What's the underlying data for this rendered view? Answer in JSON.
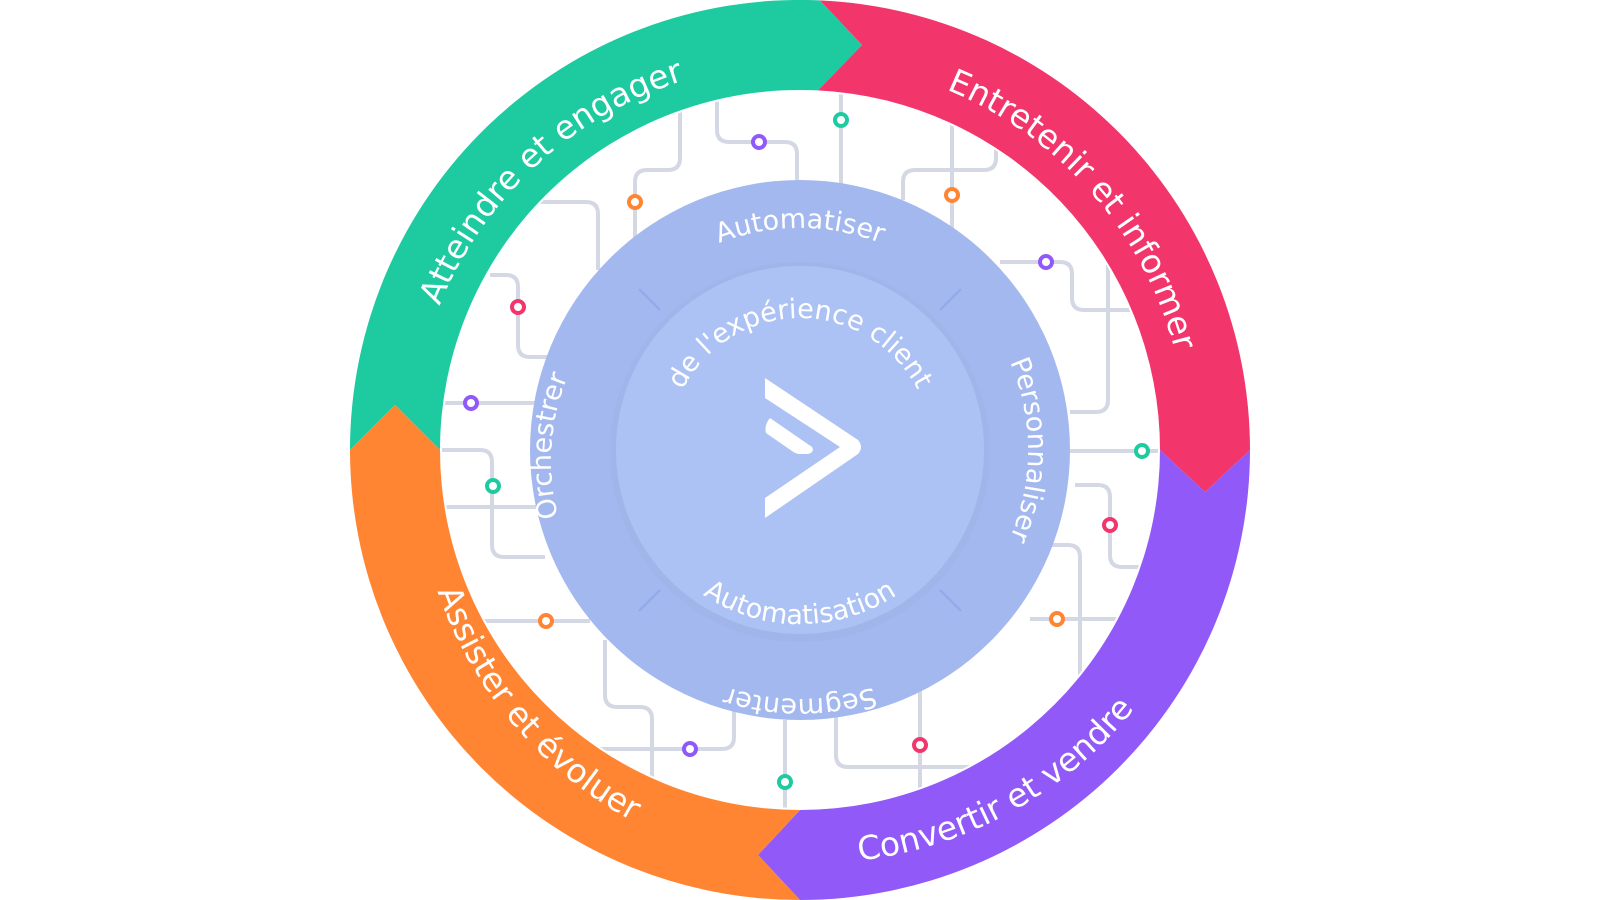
{
  "diagram": {
    "stages": [
      {
        "label": "Atteindre et engager",
        "color": "#1ECBA1"
      },
      {
        "label": "Entretenir et informer",
        "color": "#F2366B"
      },
      {
        "label": "Convertir et vendre",
        "color": "#9159F7"
      },
      {
        "label": "Assister et évoluer",
        "color": "#FF8533"
      }
    ],
    "hub_actions": [
      "Automatiser",
      "Personnaliser",
      "Segmenter",
      "Orchestrer"
    ],
    "core": {
      "line1": "de l'expérience client",
      "line2": "Automatisation",
      "logo": "activecampaign-chevron-logo"
    },
    "colors": {
      "hub_outer": "#A3B8EE",
      "hub_inner": "#ADC2F4",
      "circuit": "#D3D8E4"
    },
    "dots": [
      {
        "color": "#9159F7"
      },
      {
        "color": "#1ECBA1"
      },
      {
        "color": "#FF8533"
      },
      {
        "color": "#FF8533"
      },
      {
        "color": "#F2366B"
      },
      {
        "color": "#9159F7"
      },
      {
        "color": "#9159F7"
      },
      {
        "color": "#1ECBA1"
      },
      {
        "color": "#1ECBA1"
      },
      {
        "color": "#F2366B"
      },
      {
        "color": "#FF8533"
      },
      {
        "color": "#FF8533"
      },
      {
        "color": "#9159F7"
      },
      {
        "color": "#F2366B"
      },
      {
        "color": "#1ECBA1"
      }
    ]
  }
}
